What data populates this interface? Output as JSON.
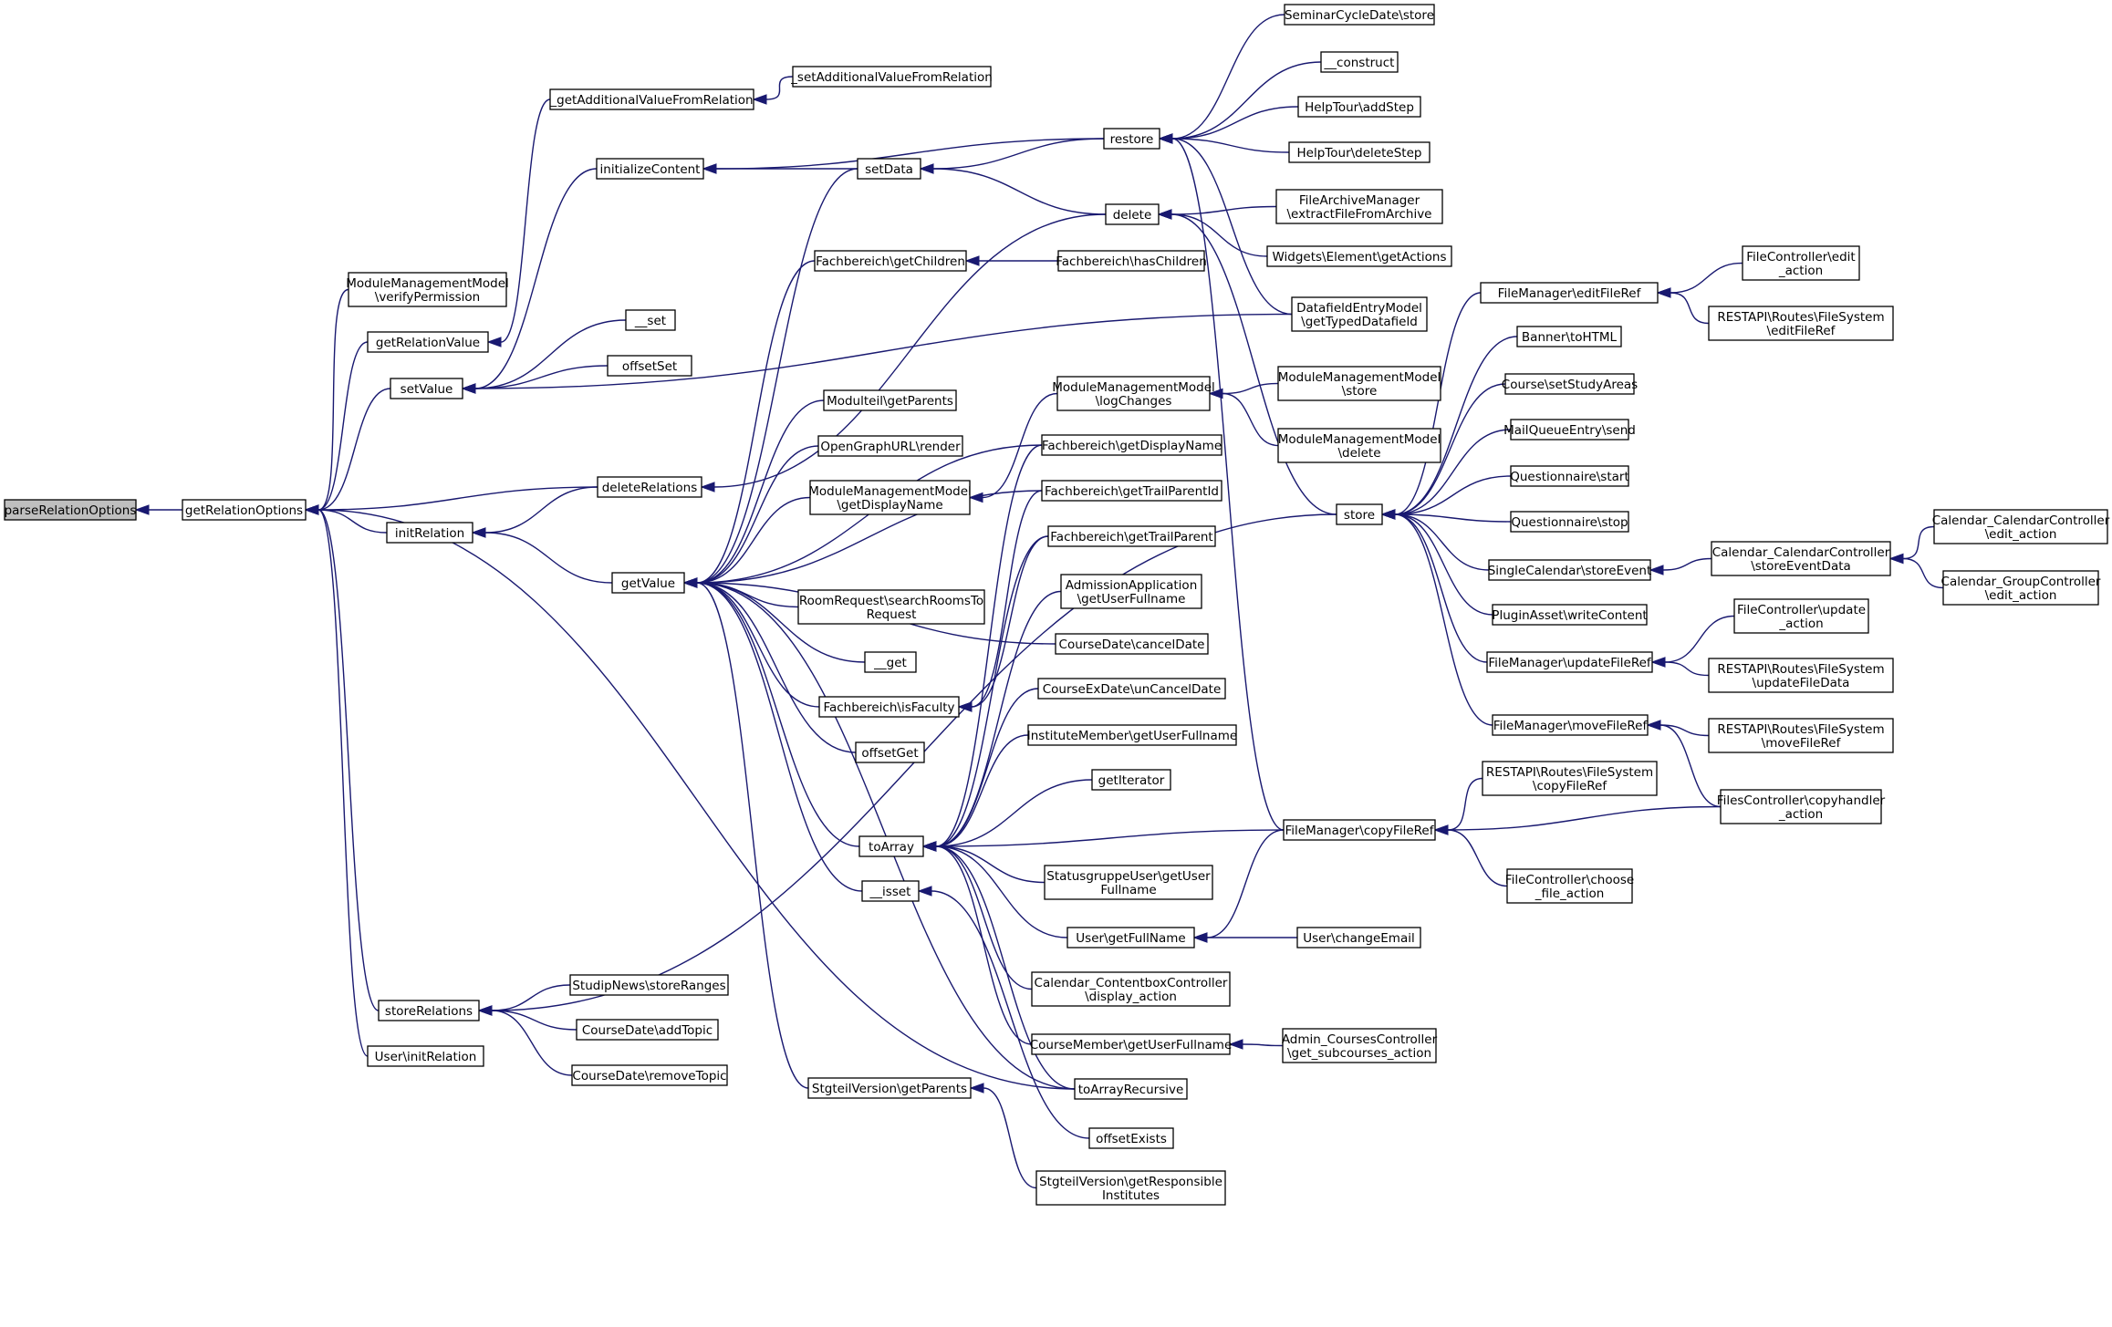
{
  "diagram": {
    "kind": "call-graph",
    "colors": {
      "edge": "#191970",
      "node_border": "#000000",
      "node_fill": "#ffffff",
      "root_fill": "#bfbfbf",
      "text": "#000000"
    },
    "nodes": [
      {
        "id": "n0",
        "lines": [
          "parseRelationOptions"
        ],
        "root": true
      },
      {
        "id": "n1",
        "lines": [
          "getRelationOptions"
        ]
      },
      {
        "id": "n2",
        "lines": [
          "ModuleManagementModel",
          "\\verifyPermission"
        ]
      },
      {
        "id": "n3",
        "lines": [
          "getRelationValue"
        ]
      },
      {
        "id": "n4",
        "lines": [
          "setValue"
        ]
      },
      {
        "id": "n5",
        "lines": [
          "initRelation"
        ]
      },
      {
        "id": "n6",
        "lines": [
          "storeRelations"
        ]
      },
      {
        "id": "n7",
        "lines": [
          "User\\initRelation"
        ]
      },
      {
        "id": "n8",
        "lines": [
          "_getAdditionalValueFromRelation"
        ]
      },
      {
        "id": "n9",
        "lines": [
          "initializeContent"
        ]
      },
      {
        "id": "n10",
        "lines": [
          "__set"
        ]
      },
      {
        "id": "n11",
        "lines": [
          "offsetSet"
        ]
      },
      {
        "id": "n12",
        "lines": [
          "deleteRelations"
        ]
      },
      {
        "id": "n13",
        "lines": [
          "getValue"
        ]
      },
      {
        "id": "n14",
        "lines": [
          "StudipNews\\storeRanges"
        ]
      },
      {
        "id": "n15",
        "lines": [
          "CourseDate\\addTopic"
        ]
      },
      {
        "id": "n16",
        "lines": [
          "CourseDate\\removeTopic"
        ]
      },
      {
        "id": "n17",
        "lines": [
          "_setAdditionalValueFromRelation"
        ]
      },
      {
        "id": "n18",
        "lines": [
          "setData"
        ]
      },
      {
        "id": "n19",
        "lines": [
          "Fachbereich\\getChildren"
        ]
      },
      {
        "id": "n20",
        "lines": [
          "Modulteil\\getParents"
        ]
      },
      {
        "id": "n21",
        "lines": [
          "OpenGraphURL\\render"
        ]
      },
      {
        "id": "n22",
        "lines": [
          "ModuleManagementModel",
          "\\getDisplayName"
        ]
      },
      {
        "id": "n23",
        "lines": [
          "RoomRequest\\searchRoomsTo",
          "Request"
        ]
      },
      {
        "id": "n24",
        "lines": [
          "__get"
        ]
      },
      {
        "id": "n25",
        "lines": [
          "Fachbereich\\isFaculty"
        ]
      },
      {
        "id": "n26",
        "lines": [
          "offsetGet"
        ]
      },
      {
        "id": "n27",
        "lines": [
          "toArray"
        ]
      },
      {
        "id": "n28",
        "lines": [
          "__isset"
        ]
      },
      {
        "id": "n29",
        "lines": [
          "StgteilVersion\\getParents"
        ]
      },
      {
        "id": "n30",
        "lines": [
          "restore"
        ]
      },
      {
        "id": "n31",
        "lines": [
          "delete"
        ]
      },
      {
        "id": "n32",
        "lines": [
          "Fachbereich\\hasChildren"
        ]
      },
      {
        "id": "n33",
        "lines": [
          "ModuleManagementModel",
          "\\logChanges"
        ]
      },
      {
        "id": "n34",
        "lines": [
          "Fachbereich\\getDisplayName"
        ]
      },
      {
        "id": "n35",
        "lines": [
          "Fachbereich\\getTrailParentId"
        ]
      },
      {
        "id": "n36",
        "lines": [
          "Fachbereich\\getTrailParent"
        ]
      },
      {
        "id": "n37",
        "lines": [
          "AdmissionApplication",
          "\\getUserFullname"
        ]
      },
      {
        "id": "n38",
        "lines": [
          "CourseDate\\cancelDate"
        ]
      },
      {
        "id": "n39",
        "lines": [
          "CourseExDate\\unCancelDate"
        ]
      },
      {
        "id": "n40",
        "lines": [
          "InstituteMember\\getUserFullname"
        ]
      },
      {
        "id": "n41",
        "lines": [
          "getIterator"
        ]
      },
      {
        "id": "n42",
        "lines": [
          "StatusgruppeUser\\getUser",
          "Fullname"
        ]
      },
      {
        "id": "n43",
        "lines": [
          "User\\getFullName"
        ]
      },
      {
        "id": "n44",
        "lines": [
          "Calendar_ContentboxController",
          "\\display_action"
        ]
      },
      {
        "id": "n45",
        "lines": [
          "CourseMember\\getUserFullname"
        ]
      },
      {
        "id": "n46",
        "lines": [
          "toArrayRecursive"
        ]
      },
      {
        "id": "n47",
        "lines": [
          "offsetExists"
        ]
      },
      {
        "id": "n48",
        "lines": [
          "StgteilVersion\\getResponsible",
          "Institutes"
        ]
      },
      {
        "id": "n49",
        "lines": [
          "SeminarCycleDate\\store"
        ]
      },
      {
        "id": "n50",
        "lines": [
          "__construct"
        ]
      },
      {
        "id": "n51",
        "lines": [
          "HelpTour\\addStep"
        ]
      },
      {
        "id": "n52",
        "lines": [
          "HelpTour\\deleteStep"
        ]
      },
      {
        "id": "n53",
        "lines": [
          "FileArchiveManager",
          "\\extractFileFromArchive"
        ]
      },
      {
        "id": "n54",
        "lines": [
          "Widgets\\Element\\getActions"
        ]
      },
      {
        "id": "n55",
        "lines": [
          "DatafieldEntryModel",
          "\\getTypedDatafield"
        ]
      },
      {
        "id": "n56",
        "lines": [
          "ModuleManagementModel",
          "\\store"
        ]
      },
      {
        "id": "n57",
        "lines": [
          "ModuleManagementModel",
          "\\delete"
        ]
      },
      {
        "id": "n58",
        "lines": [
          "store"
        ]
      },
      {
        "id": "n59",
        "lines": [
          "FileManager\\copyFileRef"
        ]
      },
      {
        "id": "n60",
        "lines": [
          "User\\changeEmail"
        ]
      },
      {
        "id": "n61",
        "lines": [
          "Admin_CoursesController",
          "\\get_subcourses_action"
        ]
      },
      {
        "id": "n62",
        "lines": [
          "FileManager\\editFileRef"
        ]
      },
      {
        "id": "n63",
        "lines": [
          "Banner\\toHTML"
        ]
      },
      {
        "id": "n64",
        "lines": [
          "Course\\setStudyAreas"
        ]
      },
      {
        "id": "n65",
        "lines": [
          "MailQueueEntry\\send"
        ]
      },
      {
        "id": "n66",
        "lines": [
          "Questionnaire\\start"
        ]
      },
      {
        "id": "n67",
        "lines": [
          "Questionnaire\\stop"
        ]
      },
      {
        "id": "n68",
        "lines": [
          "SingleCalendar\\storeEvent"
        ]
      },
      {
        "id": "n69",
        "lines": [
          "PluginAsset\\writeContent"
        ]
      },
      {
        "id": "n70",
        "lines": [
          "FileManager\\updateFileRef"
        ]
      },
      {
        "id": "n71",
        "lines": [
          "FileManager\\moveFileRef"
        ]
      },
      {
        "id": "n72",
        "lines": [
          "RESTAPI\\Routes\\FileSystem",
          "\\copyFileRef"
        ]
      },
      {
        "id": "n73",
        "lines": [
          "FileController\\choose",
          "_file_action"
        ]
      },
      {
        "id": "n74",
        "lines": [
          "FileController\\edit",
          "_action"
        ]
      },
      {
        "id": "n75",
        "lines": [
          "RESTAPI\\Routes\\FileSystem",
          "\\editFileRef"
        ]
      },
      {
        "id": "n76",
        "lines": [
          "Calendar_CalendarController",
          "\\storeEventData"
        ]
      },
      {
        "id": "n77",
        "lines": [
          "FileController\\update",
          "_action"
        ]
      },
      {
        "id": "n78",
        "lines": [
          "RESTAPI\\Routes\\FileSystem",
          "\\updateFileData"
        ]
      },
      {
        "id": "n79",
        "lines": [
          "RESTAPI\\Routes\\FileSystem",
          "\\moveFileRef"
        ]
      },
      {
        "id": "n80",
        "lines": [
          "FilesController\\copyhandler",
          "_action"
        ]
      },
      {
        "id": "n81",
        "lines": [
          "Calendar_CalendarController",
          "\\edit_action"
        ]
      },
      {
        "id": "n82",
        "lines": [
          "Calendar_GroupController",
          "\\edit_action"
        ]
      }
    ],
    "edges": [
      [
        "n0",
        "n1"
      ],
      [
        "n1",
        "n2"
      ],
      [
        "n1",
        "n3"
      ],
      [
        "n1",
        "n4"
      ],
      [
        "n1",
        "n5"
      ],
      [
        "n1",
        "n12"
      ],
      [
        "n1",
        "n6"
      ],
      [
        "n1",
        "n7"
      ],
      [
        "n1",
        "n46"
      ],
      [
        "n3",
        "n8"
      ],
      [
        "n8",
        "n17"
      ],
      [
        "n4",
        "n9"
      ],
      [
        "n4",
        "n10"
      ],
      [
        "n4",
        "n11"
      ],
      [
        "n4",
        "n55"
      ],
      [
        "n5",
        "n12"
      ],
      [
        "n5",
        "n13"
      ],
      [
        "n6",
        "n14"
      ],
      [
        "n6",
        "n15"
      ],
      [
        "n6",
        "n16"
      ],
      [
        "n6",
        "n58"
      ],
      [
        "n9",
        "n30"
      ],
      [
        "n9",
        "n18"
      ],
      [
        "n12",
        "n31"
      ],
      [
        "n13",
        "n18"
      ],
      [
        "n13",
        "n19"
      ],
      [
        "n13",
        "n34"
      ],
      [
        "n13",
        "n20"
      ],
      [
        "n13",
        "n21"
      ],
      [
        "n13",
        "n22"
      ],
      [
        "n13",
        "n35"
      ],
      [
        "n13",
        "n23"
      ],
      [
        "n13",
        "n24"
      ],
      [
        "n13",
        "n25"
      ],
      [
        "n13",
        "n26"
      ],
      [
        "n13",
        "n27"
      ],
      [
        "n13",
        "n28"
      ],
      [
        "n13",
        "n29"
      ],
      [
        "n13",
        "n46"
      ],
      [
        "n13",
        "n38"
      ],
      [
        "n18",
        "n30"
      ],
      [
        "n18",
        "n31"
      ],
      [
        "n19",
        "n32"
      ],
      [
        "n22",
        "n33"
      ],
      [
        "n25",
        "n36"
      ],
      [
        "n25",
        "n35"
      ],
      [
        "n27",
        "n34"
      ],
      [
        "n27",
        "n36"
      ],
      [
        "n27",
        "n37"
      ],
      [
        "n27",
        "n39"
      ],
      [
        "n27",
        "n40"
      ],
      [
        "n27",
        "n41"
      ],
      [
        "n27",
        "n59"
      ],
      [
        "n27",
        "n42"
      ],
      [
        "n27",
        "n43"
      ],
      [
        "n27",
        "n44"
      ],
      [
        "n27",
        "n45"
      ],
      [
        "n27",
        "n46"
      ],
      [
        "n28",
        "n47"
      ],
      [
        "n29",
        "n48"
      ],
      [
        "n30",
        "n49"
      ],
      [
        "n30",
        "n50"
      ],
      [
        "n30",
        "n51"
      ],
      [
        "n30",
        "n52"
      ],
      [
        "n30",
        "n55"
      ],
      [
        "n30",
        "n59"
      ],
      [
        "n31",
        "n53"
      ],
      [
        "n31",
        "n54"
      ],
      [
        "n31",
        "n58"
      ],
      [
        "n33",
        "n56"
      ],
      [
        "n33",
        "n57"
      ],
      [
        "n43",
        "n59"
      ],
      [
        "n43",
        "n60"
      ],
      [
        "n45",
        "n61"
      ],
      [
        "n58",
        "n62"
      ],
      [
        "n58",
        "n63"
      ],
      [
        "n58",
        "n64"
      ],
      [
        "n58",
        "n65"
      ],
      [
        "n58",
        "n66"
      ],
      [
        "n58",
        "n67"
      ],
      [
        "n58",
        "n68"
      ],
      [
        "n58",
        "n69"
      ],
      [
        "n58",
        "n70"
      ],
      [
        "n58",
        "n71"
      ],
      [
        "n59",
        "n72"
      ],
      [
        "n59",
        "n80"
      ],
      [
        "n59",
        "n73"
      ],
      [
        "n62",
        "n74"
      ],
      [
        "n62",
        "n75"
      ],
      [
        "n68",
        "n76"
      ],
      [
        "n70",
        "n77"
      ],
      [
        "n70",
        "n78"
      ],
      [
        "n71",
        "n79"
      ],
      [
        "n71",
        "n80"
      ],
      [
        "n76",
        "n81"
      ],
      [
        "n76",
        "n82"
      ]
    ]
  }
}
